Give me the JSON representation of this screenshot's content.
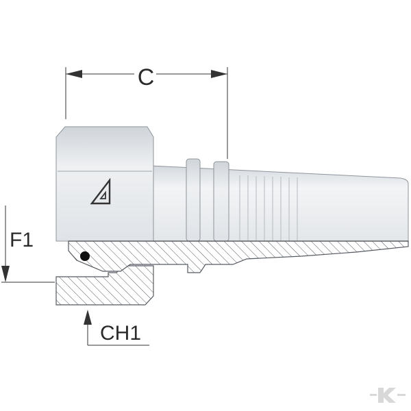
{
  "labels": {
    "dim_c": "C",
    "dim_f1": "F1",
    "dim_ch1": "CH1"
  },
  "colors": {
    "metal_light": "#e8ebee",
    "metal_mid": "#cfd4d9",
    "metal_dark": "#aeb5bc",
    "outline": "#555a60",
    "dimension": "#333333",
    "hatch": "#555a60",
    "watermark": "#d8d8d8"
  },
  "icons": {
    "brand_mark": "triangle-logo-icon",
    "watermark": "k-watermark-icon"
  }
}
